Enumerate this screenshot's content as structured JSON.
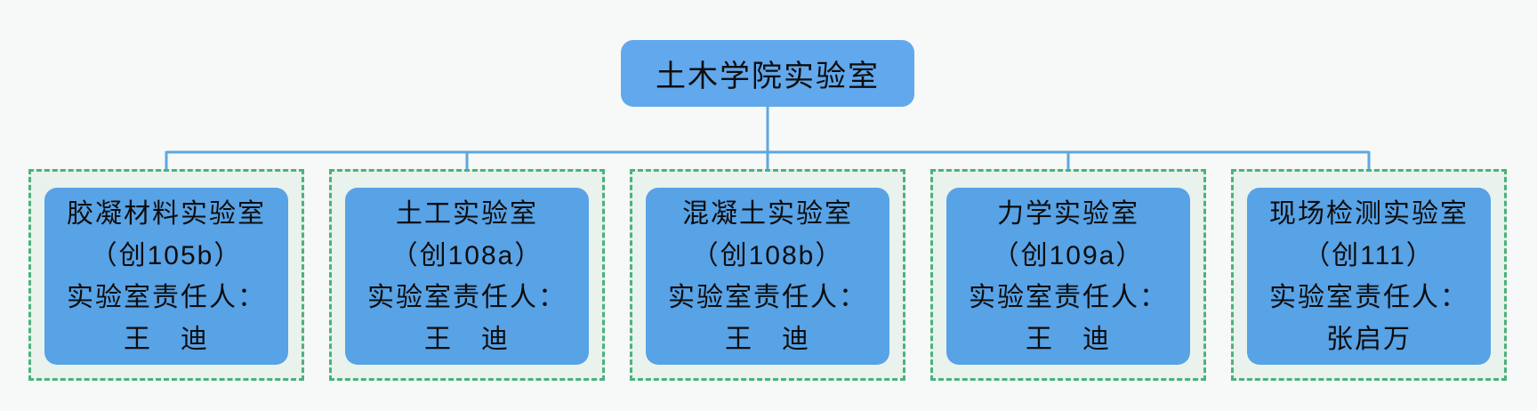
{
  "diagram": {
    "type": "org-chart",
    "root": {
      "label": "土木学院实验室"
    },
    "children": [
      {
        "name": "胶凝材料实验室",
        "room": "（创105b）",
        "manager_label": "实验室责任人：",
        "manager": "王　迪"
      },
      {
        "name": "土工实验室",
        "room": "（创108a）",
        "manager_label": "实验室责任人：",
        "manager": "王　迪"
      },
      {
        "name": "混凝土实验室",
        "room": "（创108b）",
        "manager_label": "实验室责任人：",
        "manager": "王　迪"
      },
      {
        "name": "力学实验室",
        "room": "（创109a）",
        "manager_label": "实验室责任人：",
        "manager": "王　迪"
      },
      {
        "name": "现场检测实验室",
        "room": "（创111）",
        "manager_label": "实验室责任人：",
        "manager": "张启万"
      }
    ]
  },
  "colors": {
    "page_bg": "#f7f8f8",
    "root_fill": "#62a8ec",
    "node_fill": "#58a2e6",
    "connector": "#5ea7e0",
    "selection_border": "#4bb27c",
    "selection_fill": "#e9f2ec",
    "text": "#0d0d0d"
  }
}
